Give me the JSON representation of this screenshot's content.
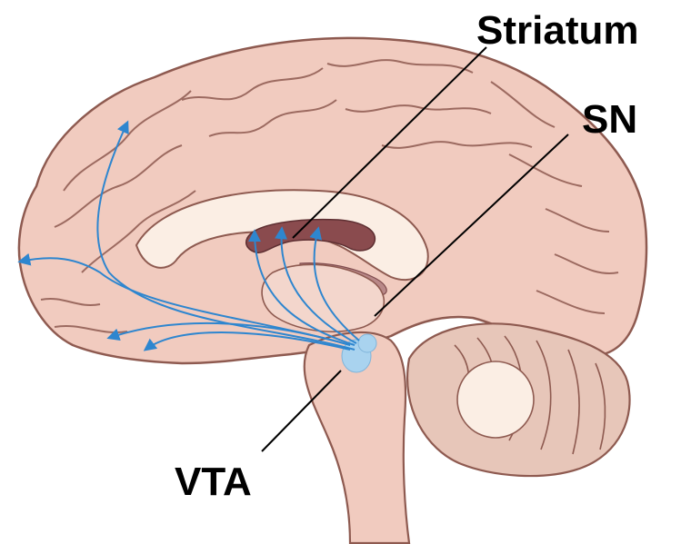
{
  "labels": {
    "striatum": "Striatum",
    "sn": "SN",
    "vta": "VTA"
  },
  "colors": {
    "background": "#ffffff",
    "brain_fill": "#f1cbbf",
    "brain_outline": "#8e5a50",
    "cerebellum_fill": "#e7c6b9",
    "corpus_callosum": "#fbeee4",
    "striatum": "#8a4b4e",
    "dopamine_pathway": "#2e86cf",
    "nucleus": "#a9d3ef",
    "label_line": "#000000",
    "label_text": "#000000"
  },
  "icons": {
    "pathway_arrowhead": "arrowhead-icon"
  }
}
